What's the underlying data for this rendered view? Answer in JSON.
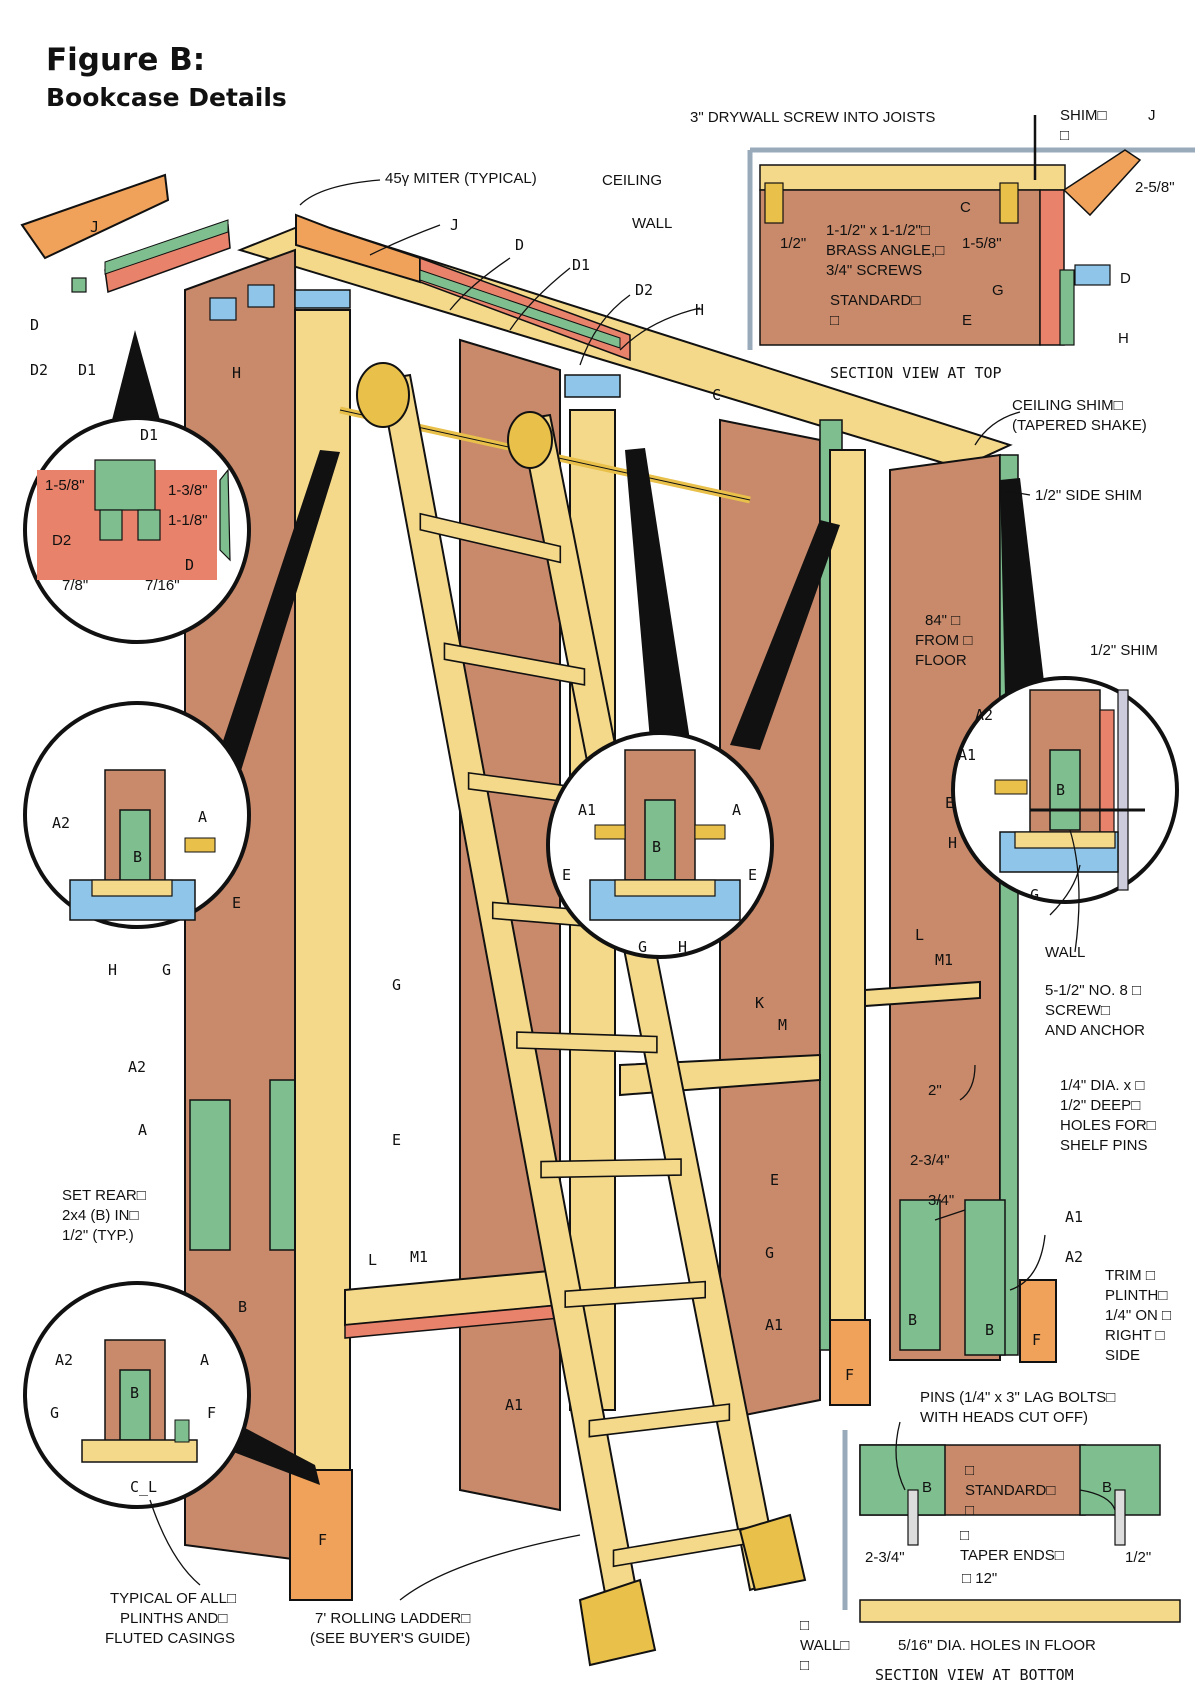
{
  "title": {
    "line1": "Figure B:",
    "line2": "Bookcase Details"
  },
  "callouts": {
    "miter": "45γ MITER (TYPICAL)",
    "j_top": "J",
    "d_top": "D",
    "d1_top": "D1",
    "d2_top": "D2",
    "h_top": "H",
    "c_top": "C",
    "j_left": "J",
    "d_left": "D",
    "d2_left": "D2",
    "d1_left": "D1",
    "h_left": "H",
    "ceiling_shim": [
      "CEILING SHIM□",
      "(TAPERED SHAKE)"
    ],
    "side_shim": "1/2\" SIDE SHIM",
    "from_floor": [
      "84\" □",
      "FROM □",
      "FLOOR"
    ],
    "g_mid": "G",
    "a2_left": "A2",
    "a_left": "A",
    "e_left": "E",
    "set_rear": [
      "SET REAR□",
      "2x4 (B) IN□",
      "1/2\" (TYP.)"
    ],
    "b_left": "B",
    "l_left": "L",
    "m1_left": "M1",
    "k_mid": "K",
    "m_mid": "M",
    "e_mid": "E",
    "g_mid2": "G",
    "a1_mid": "A1",
    "a1_low": "A1",
    "f_mid": "F",
    "f_left": "F",
    "l_right": "L",
    "m1_right": "M1",
    "two_in": "2\"",
    "two34": "2-3/4\"",
    "three4": "3/4\"",
    "a1_right": "A1",
    "a2_right": "A2",
    "b_right1": "B",
    "b_right2": "B",
    "shelf_pin_holes": [
      "1/4\" DIA. x □",
      "1/2\" DEEP□",
      "HOLES FOR□",
      "SHELF PINS"
    ],
    "trim_plinth": [
      "TRIM □",
      "PLINTH□",
      "1/4\" ON □",
      "RIGHT □",
      "SIDE"
    ],
    "f_trim": "F",
    "screw_anchor": [
      "5-1/2\" NO. 8 □",
      "SCREW□",
      "AND ANCHOR"
    ],
    "wall_right": "WALL",
    "shim_right": "1/2\" SHIM",
    "typical_plinths": [
      "TYPICAL OF ALL□",
      "PLINTHS AND□",
      "FLUTED CASINGS"
    ],
    "rolling_ladder": [
      "7' ROLLING LADDER□",
      "(SEE BUYER'S GUIDE)"
    ],
    "pins": [
      "PINS (1/4\" x 3\" LAG BOLTS□",
      "WITH HEADS CUT OFF)"
    ]
  },
  "section_top": {
    "title": "SECTION VIEW AT TOP",
    "screw": "3\" DRYWALL SCREW INTO JOISTS",
    "shim": [
      "SHIM□",
      "□"
    ],
    "j": "J",
    "ceiling": "CEILING",
    "wall": "WALL",
    "c": "C",
    "dim_258": "2-5/8\"",
    "dim_12": "1/2\"",
    "angle": [
      "1-1/2\" x 1-1/2\"□",
      "BRASS ANGLE,□",
      "3/4\" SCREWS"
    ],
    "dim_158": "1-5/8\"",
    "standard": [
      "STANDARD□",
      "□"
    ],
    "g": "G",
    "e": "E",
    "d": "D",
    "h": "H"
  },
  "section_bottom": {
    "title": "SECTION VIEW AT BOTTOM",
    "b1": "B",
    "b2": "B",
    "standard": [
      "□",
      "STANDARD□",
      "□"
    ],
    "mark": "□",
    "dim_234": "2-3/4\"",
    "taper": "TAPER ENDS□",
    "dim_12": "1/2\"",
    "dim_12in": "□ 12\"",
    "wall": [
      "□",
      "WALL□",
      "□"
    ],
    "holes": "5/16\" DIA. HOLES IN FLOOR"
  },
  "detail_top_left": {
    "d1": "D1",
    "dim_158": "1-5/8\"",
    "dim_138": "1-3/8\"",
    "dim_118": "1-1/8\"",
    "d2": "D2",
    "d": "D",
    "dim_78": "7/8\"",
    "dim_716": "7/16\""
  },
  "detail_mid_left": {
    "a": "A",
    "a2": "A2",
    "b": "B",
    "e": "E",
    "h": "H",
    "g": "G"
  },
  "detail_center": {
    "a1": "A1",
    "a": "A",
    "b": "B",
    "e1": "E",
    "e2": "E",
    "g": "G",
    "h": "H"
  },
  "detail_right": {
    "a2": "A2",
    "a1": "A1",
    "b": "B",
    "e": "E",
    "h": "H",
    "g": "G"
  },
  "detail_bottom_left": {
    "a2": "A2",
    "a": "A",
    "b": "B",
    "g": "G",
    "f": "F",
    "cl": "C̲L"
  },
  "colors": {
    "panel": "#c88a6a",
    "green": "#7fbf8f",
    "wood": "#f5d98b",
    "orange": "#f0a25a",
    "blue": "#8fc5e8",
    "salmon": "#e8826a",
    "bronze": "#e8c04a"
  }
}
